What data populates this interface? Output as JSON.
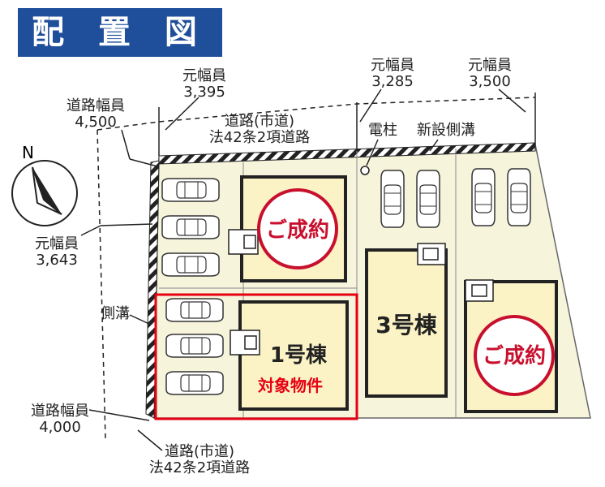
{
  "title": "配 置 図",
  "labels": {
    "road_width_top_left_label": "道路幅員",
    "road_width_top_left_value": "4,500",
    "orig_width_1_label": "元幅員",
    "orig_width_1_value": "3,395",
    "road_top_line1": "道路(市道)",
    "road_top_line2": "法42条2項道路",
    "orig_width_2_label": "元幅員",
    "orig_width_2_value": "3,285",
    "orig_width_3_label": "元幅員",
    "orig_width_3_value": "3,500",
    "utility_pole": "電柱",
    "new_gutter": "新設側溝",
    "orig_width_4_label": "元幅員",
    "orig_width_4_value": "3,643",
    "side_gutter": "側溝",
    "road_width_bottom_label": "道路幅員",
    "road_width_bottom_value": "4,000",
    "road_bottom_line1": "道路(市道)",
    "road_bottom_line2": "法42条2項道路",
    "compass_north": "N"
  },
  "buildings": {
    "b1": "1号棟",
    "b1_target": "対象物件",
    "b3": "3号棟",
    "sold_1": "ご成約",
    "sold_2": "ご成約"
  },
  "colors": {
    "banner": "#1f4f9a",
    "lot": "#f7f4dc",
    "building": "#fbf2c5",
    "target": "#e60012",
    "sold": "#c8102e"
  }
}
